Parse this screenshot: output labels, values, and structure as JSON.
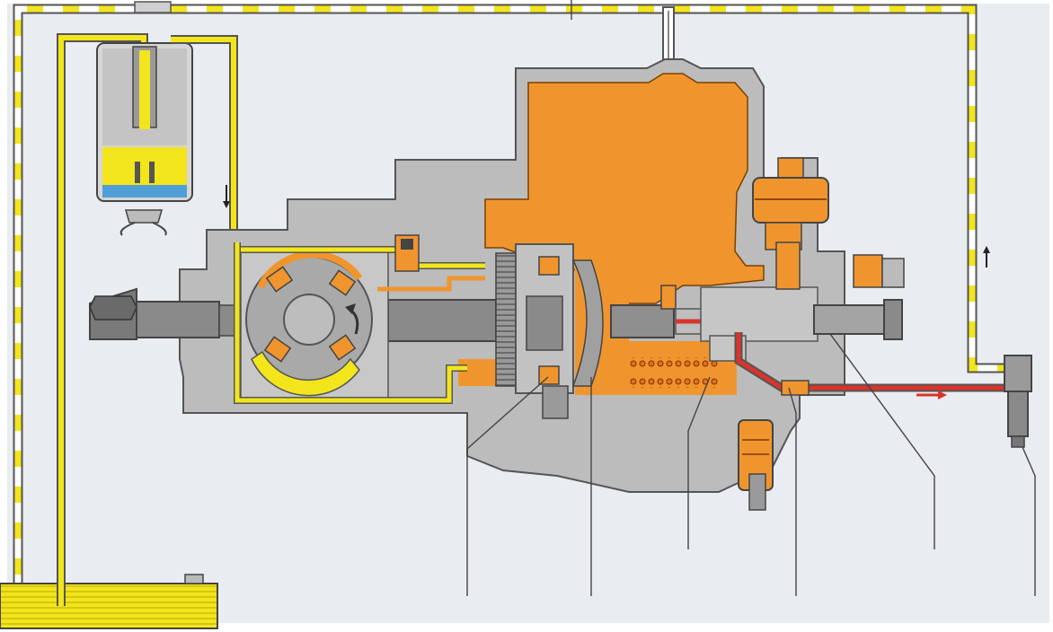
{
  "diagram": {
    "kind": "fuel-injection-pump-cutaway-schematic",
    "labels": [],
    "colors": {
      "background": "#e9ecf0",
      "page": "#ffffff",
      "housing": "#bcbcbc",
      "housing_dark": "#8f8f8f",
      "metal_dark": "#6a6a6a",
      "pump_chamber_fuel": "#f0952e",
      "supply_fuel": "#f2e51c",
      "high_pressure_fuel": "#d9342b",
      "filter_water": "#4f9fd6",
      "return_line_dash": "#f2e51c",
      "outline": "#555555"
    },
    "components": [
      "fuel-tank",
      "fuel-filter",
      "drive-shaft",
      "vane-type-supply-pump",
      "pressure-control-valve",
      "cam-plate",
      "distributor-plunger",
      "solenoid-shutoff-valve",
      "overflow-restriction",
      "delivery-valve",
      "injection-nozzle",
      "timing-device"
    ],
    "flow_arrows": [
      "down",
      "up",
      "right"
    ],
    "callout_lines": 8
  }
}
